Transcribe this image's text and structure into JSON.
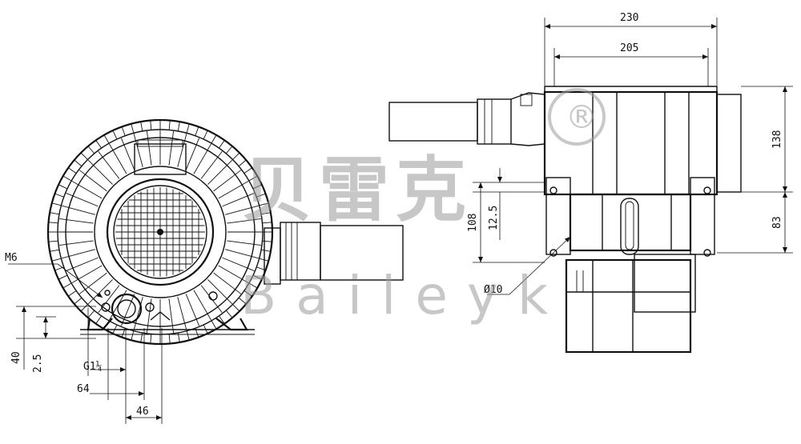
{
  "watermark": {
    "chinese": "贝雷克",
    "latin": "Baileyk",
    "registered": "®"
  },
  "front_view": {
    "thread_label": "M6",
    "dim_height_40": "40",
    "dim_height_2_5": "2.5",
    "dim_port": "G1¼",
    "dim_width_64": "64",
    "dim_width_46": "46"
  },
  "side_view": {
    "dim_width_230": "230",
    "dim_width_205": "205",
    "dim_height_138": "138",
    "dim_height_83": "83",
    "dim_height_108": "108",
    "dim_height_12_5": "12.5",
    "hole_label": "Ø10"
  }
}
